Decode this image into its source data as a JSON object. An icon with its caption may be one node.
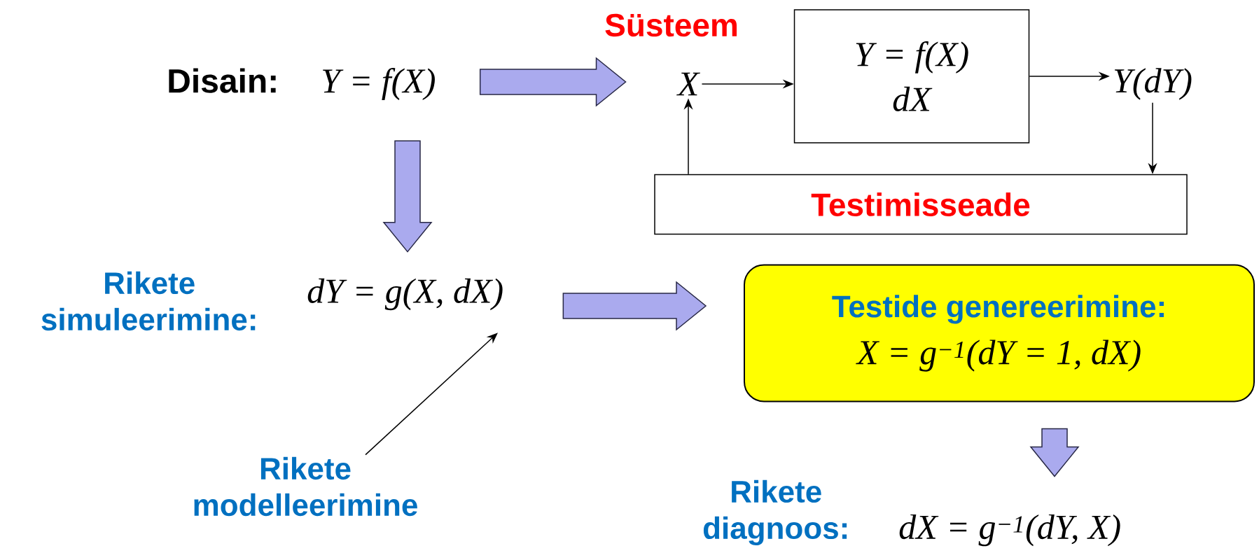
{
  "diagram": {
    "nodes": [
      {
        "text": [
          "Disain:",
          "Y = f(X)"
        ]
      },
      {
        "text": [
          "X"
        ]
      },
      {
        "text": [
          "Y = f(X)",
          "dX"
        ]
      },
      {
        "text": [
          "Y(dY)"
        ]
      },
      {
        "text": [
          "Testimisseade"
        ]
      },
      {
        "text": [
          "Rikete simuleerimine:",
          "dY = g(X, dX)"
        ]
      },
      {
        "text": [
          "Testide genereerimine:",
          "X = g$^{−1}$(dY = 1, dX)"
        ]
      },
      {
        "text": [
          "Rikete modelleerimine"
        ]
      },
      {
        "text": [
          "Rikete diagnoos:",
          "dX = g$^{−1}$(dY, X)"
        ]
      }
    ],
    "edges": [
      {
        "from": 0,
        "to": 1,
        "arrow": "to",
        "style": "thick",
        "color": "#aaaaee"
      },
      {
        "from": 1,
        "to": 2,
        "arrow": "to"
      },
      {
        "from": 2,
        "to": 3,
        "arrow": "to"
      },
      {
        "from": 3,
        "to": 4,
        "arrow": "to"
      },
      {
        "from": 4,
        "to": 1,
        "arrow": "to"
      },
      {
        "from": 0,
        "to": 5,
        "arrow": "to",
        "style": "thick",
        "color": "#aaaaee"
      },
      {
        "from": 5,
        "to": 6,
        "arrow": "to",
        "style": "thick",
        "color": "#aaaaee"
      },
      {
        "from": 7,
        "to": 5,
        "arrow": "to"
      },
      {
        "from": 6,
        "to": 8,
        "arrow": "to",
        "style": "thick",
        "color": "#aaaaee"
      }
    ],
    "labels": [
      "Süsteem"
    ]
  }
}
